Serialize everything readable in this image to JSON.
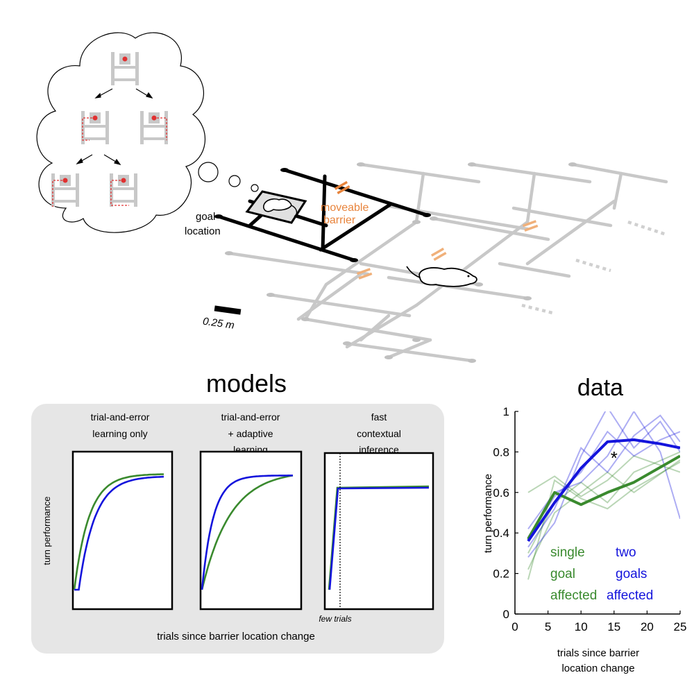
{
  "maze": {
    "goal_label_line1": "goal",
    "goal_label_line2": "location",
    "barrier_label_line1": "moveable",
    "barrier_label_line2": "barrier",
    "scale_label": "0.25 m",
    "barrier_color": "#e8843c",
    "active_path_color": "#000000",
    "grid_color": "#c8c8c8"
  },
  "models": {
    "heading": "models",
    "panels": [
      {
        "title_lines": [
          "trial-and-error",
          "learning only"
        ]
      },
      {
        "title_lines": [
          "trial-and-error",
          "+ adaptive",
          "learning"
        ]
      },
      {
        "title_lines": [
          "fast",
          "contextual",
          "inference"
        ]
      }
    ],
    "ylabel": "turn performance",
    "xlabel": "trials since barrier location change",
    "few_trials_label": "few trials",
    "colors": {
      "single": "#3a8a2e",
      "two": "#1414dc"
    }
  },
  "data_panel": {
    "heading": "data",
    "legend_single": [
      "single",
      "goal",
      "affected"
    ],
    "legend_two": [
      "two",
      "goals",
      "affected"
    ],
    "significance_mark": "*"
  },
  "chart_data": {
    "type": "line",
    "title": "data",
    "xlabel": "trials since barrier location change",
    "ylabel": "turn performance",
    "xlim": [
      0,
      25
    ],
    "ylim": [
      0,
      1
    ],
    "xticks": [
      "0",
      "5",
      "10",
      "15",
      "20",
      "25"
    ],
    "yticks": [
      "0",
      "0.2",
      "0.4",
      "0.6",
      "0.8",
      "1"
    ],
    "series": [
      {
        "name": "single goal affected",
        "color": "#3a8a2e",
        "x": [
          2,
          6,
          10,
          14,
          18,
          25
        ],
        "values": [
          0.37,
          0.6,
          0.54,
          0.6,
          0.65,
          0.78
        ]
      },
      {
        "name": "two goals affected",
        "color": "#1414dc",
        "x": [
          2,
          6,
          10,
          14,
          18,
          22,
          25
        ],
        "values": [
          0.36,
          0.55,
          0.72,
          0.85,
          0.86,
          0.84,
          0.82
        ]
      }
    ],
    "individual_traces": {
      "single": [
        [
          [
            2,
            0.17
          ],
          [
            6,
            0.66
          ],
          [
            10,
            0.57
          ],
          [
            14,
            0.52
          ],
          [
            18,
            0.62
          ],
          [
            25,
            0.75
          ]
        ],
        [
          [
            2,
            0.6
          ],
          [
            6,
            0.68
          ],
          [
            10,
            0.58
          ],
          [
            14,
            0.66
          ],
          [
            18,
            0.78
          ],
          [
            25,
            0.7
          ]
        ],
        [
          [
            2,
            0.3
          ],
          [
            6,
            0.55
          ],
          [
            10,
            0.65
          ],
          [
            14,
            0.55
          ],
          [
            18,
            0.7
          ],
          [
            25,
            0.8
          ]
        ],
        [
          [
            2,
            0.22
          ],
          [
            6,
            0.5
          ],
          [
            10,
            0.6
          ],
          [
            14,
            0.7
          ],
          [
            18,
            0.6
          ],
          [
            25,
            0.76
          ]
        ]
      ],
      "two": [
        [
          [
            2,
            0.28
          ],
          [
            6,
            0.45
          ],
          [
            10,
            0.78
          ],
          [
            14,
            1.02
          ],
          [
            18,
            0.82
          ],
          [
            22,
            0.95
          ],
          [
            25,
            0.8
          ]
        ],
        [
          [
            2,
            0.42
          ],
          [
            6,
            0.6
          ],
          [
            10,
            0.65
          ],
          [
            14,
            0.78
          ],
          [
            18,
            1.0
          ],
          [
            22,
            0.8
          ],
          [
            25,
            0.47
          ]
        ],
        [
          [
            2,
            0.33
          ],
          [
            6,
            0.52
          ],
          [
            10,
            0.82
          ],
          [
            14,
            0.7
          ],
          [
            18,
            0.88
          ],
          [
            22,
            0.98
          ],
          [
            25,
            0.85
          ]
        ],
        [
          [
            2,
            0.38
          ],
          [
            6,
            0.58
          ],
          [
            10,
            0.7
          ],
          [
            14,
            0.9
          ],
          [
            18,
            0.78
          ],
          [
            22,
            0.86
          ],
          [
            25,
            0.9
          ]
        ]
      ]
    },
    "annotation": {
      "text": "*",
      "x": 15,
      "y": 0.74
    }
  },
  "model_curves": [
    {
      "single_rate": 0.15,
      "two_rate": 0.14,
      "single_lag": 0.0,
      "two_lag": 0.05,
      "single_end": 0.93,
      "two_end": 0.91
    },
    {
      "single_rate": 0.08,
      "two_rate": 0.2,
      "single_lag": 0.0,
      "two_lag": 0.0,
      "single_end": 0.92,
      "two_end": 0.92
    },
    {
      "fast": true
    }
  ]
}
